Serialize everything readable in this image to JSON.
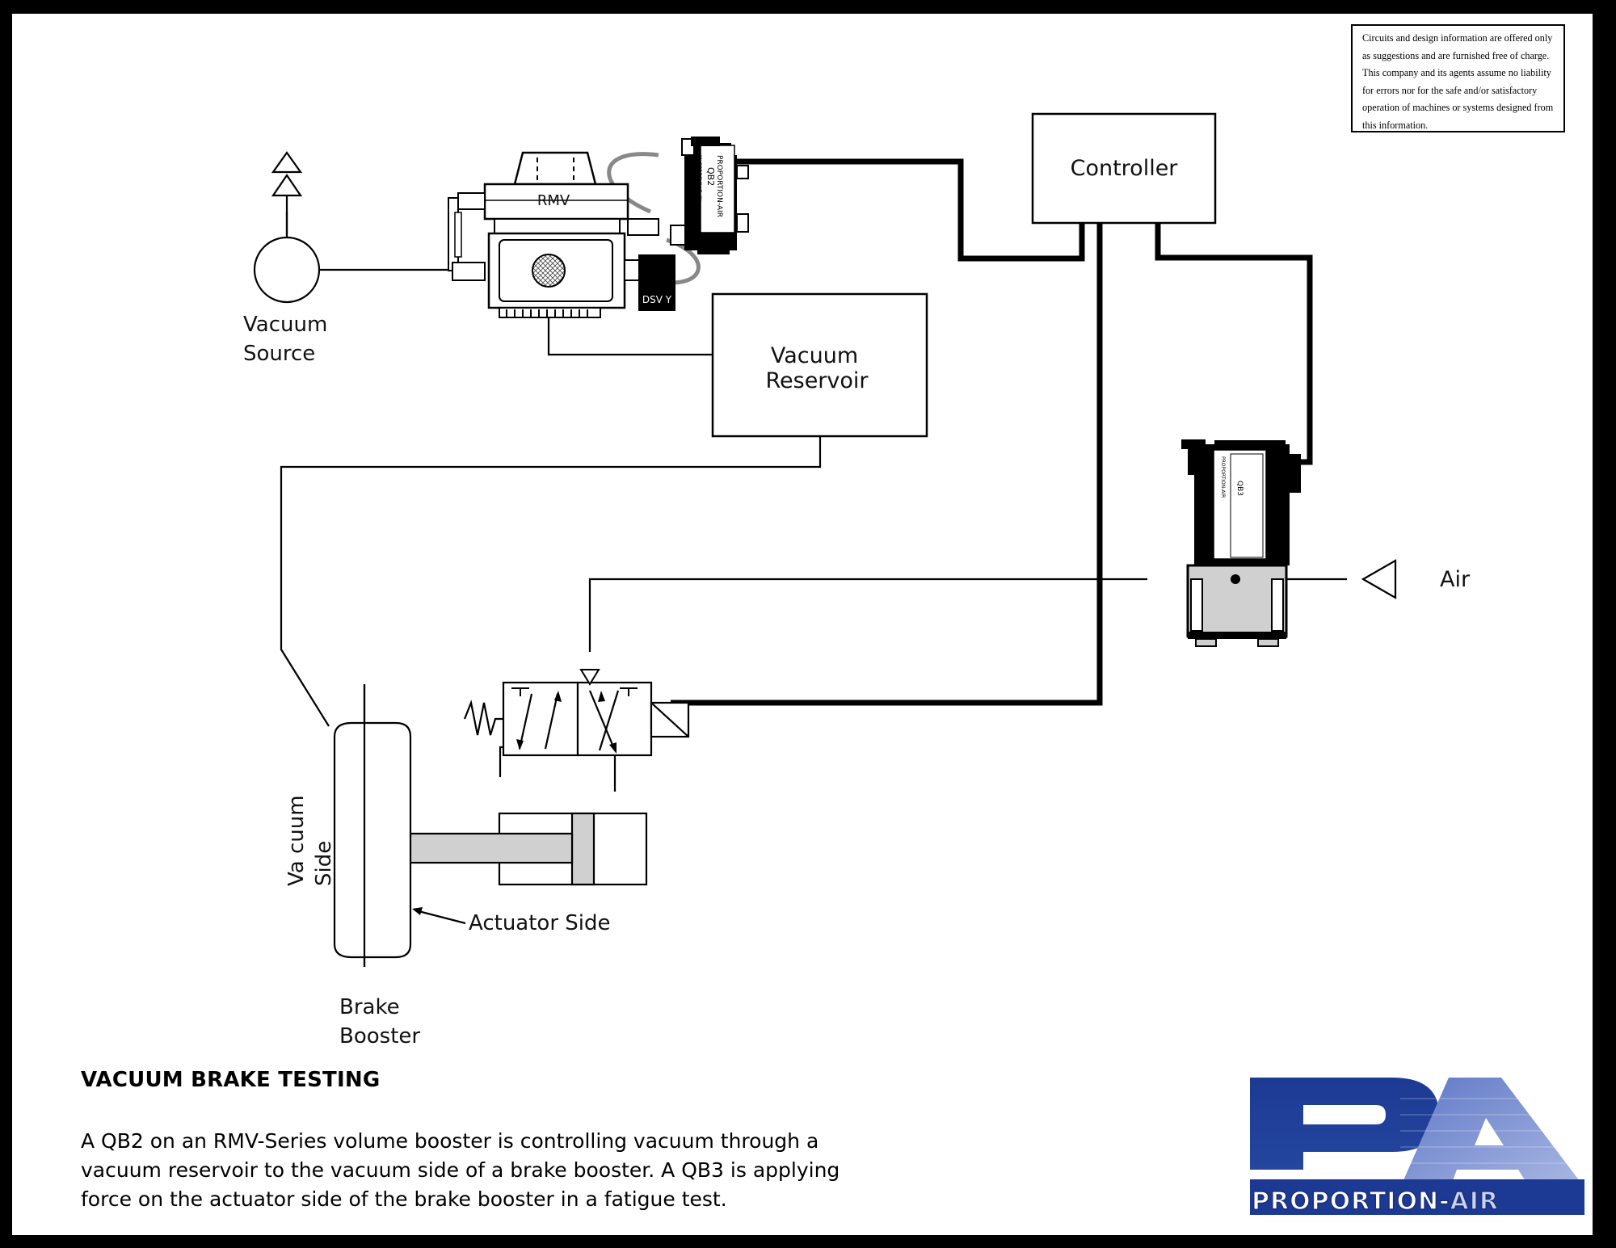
{
  "disclaimer": "Circuits and design information are offered only as suggestions and are furnished free of charge.  This company and its agents assume no liability for errors nor for the safe and/or satisfactory operation of machines or systems designed from this information.",
  "labels": {
    "controller": "Controller",
    "vacuum_source": [
      "Vacuum",
      "Source"
    ],
    "vacuum_reservoir": [
      "Vacuum",
      "Reservoir"
    ],
    "rmv": "RMV",
    "dsv": "DSV Y",
    "qb2_brand": "PROPORTION-AIR",
    "qb2_model": "QB2",
    "qb2_city": "McCORDSVILLE, IN",
    "qb3_brand": "PROPORTION-AIR",
    "qb3_model": "QB3",
    "air": "Air",
    "vacuum_side": [
      "Va cuum",
      "Side"
    ],
    "actuator_side": "Actuator Side",
    "brake_booster": [
      "Brake",
      "Booster"
    ]
  },
  "title": "VACUUM BRAKE TESTING",
  "description": [
    "A QB2 on an RMV-Series volume booster is controlling vacuum through a",
    "vacuum reservoir to the vacuum side of a brake booster. A QB3 is applying",
    "force on the actuator side of the brake booster in a fatigue test."
  ],
  "logo": {
    "letters": "PA",
    "wordmark_main": "PROPORTION",
    "wordmark_tail": "AIR",
    "colors": {
      "primary": "#1c3a93",
      "secondary": "#7d93d6"
    }
  }
}
